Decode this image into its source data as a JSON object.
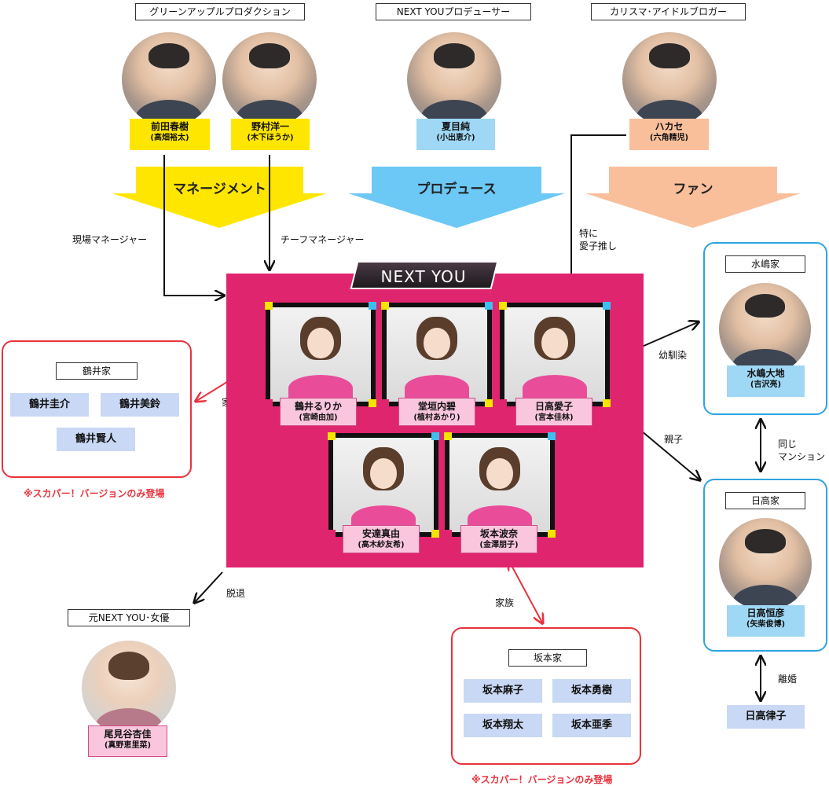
{
  "headers": {
    "green_apple": "グリーンアップルプロダクション",
    "next_you_producer": "NEXT YOUプロデューサー",
    "charisma_blogger": "カリスマ･アイドルブロガー"
  },
  "top_people": [
    {
      "name": "前田春樹",
      "actor": "(高畑裕太)"
    },
    {
      "name": "野村洋一",
      "actor": "(木下ほうか)"
    },
    {
      "name": "夏目純",
      "actor": "(小出恵介)"
    },
    {
      "name": "ハカセ",
      "actor": "(六角精児)"
    }
  ],
  "big_arrows": {
    "management": "マネージメント",
    "produce": "プロデュース",
    "fan": "ファン"
  },
  "relation_labels": {
    "field_manager": "現場マネージャー",
    "chief_manager": "チーフマネージャー",
    "especially_line1": "特に",
    "especially_line2": "愛子推し",
    "childhood": "幼馴染",
    "family_left": "家族",
    "parent_child": "親子",
    "same_line1": "同じ",
    "same_line2": "マンション",
    "retired": "脱退",
    "family_bottom": "家族",
    "divorce": "離婚"
  },
  "group": {
    "title": "NEXT YOU",
    "members": [
      {
        "name": "鶴井るりか",
        "actor": "(宮崎由加)"
      },
      {
        "name": "堂垣内碧",
        "actor": "(植村あかり)"
      },
      {
        "name": "日高愛子",
        "actor": "(宮本佳林)"
      },
      {
        "name": "安達真由",
        "actor": "(高木紗友希)"
      },
      {
        "name": "坂本波奈",
        "actor": "(金澤朋子)"
      }
    ]
  },
  "tsurui_family": {
    "title": "鶴井家",
    "members": [
      "鶴井圭介",
      "鶴井美鈴",
      "鶴井賢人"
    ],
    "note": "※スカパー！バージョンのみ登場"
  },
  "sakamoto_family": {
    "title": "坂本家",
    "members": [
      "坂本麻子",
      "坂本勇樹",
      "坂本翔太",
      "坂本亜季"
    ],
    "note": "※スカパー！バージョンのみ登場"
  },
  "mizushima_family": {
    "title": "水嶋家",
    "person": {
      "name": "水嶋大地",
      "actor": "(吉沢亮)"
    }
  },
  "hidaka_family": {
    "title": "日高家",
    "person": {
      "name": "日高恒彦",
      "actor": "(矢柴俊博)"
    }
  },
  "hidaka_ritsuko": "日高律子",
  "former_member": {
    "header": "元NEXT YOU･女優",
    "name": "尾見谷杏佳",
    "actor": "(真野恵里菜)"
  },
  "colors": {
    "magenta": "#e0256f",
    "yellow": "#ffe600",
    "blue": "#9fd8f5",
    "peach": "#f9bf9b",
    "red": "#e8333d",
    "family_blue": "#2ea4e0"
  }
}
